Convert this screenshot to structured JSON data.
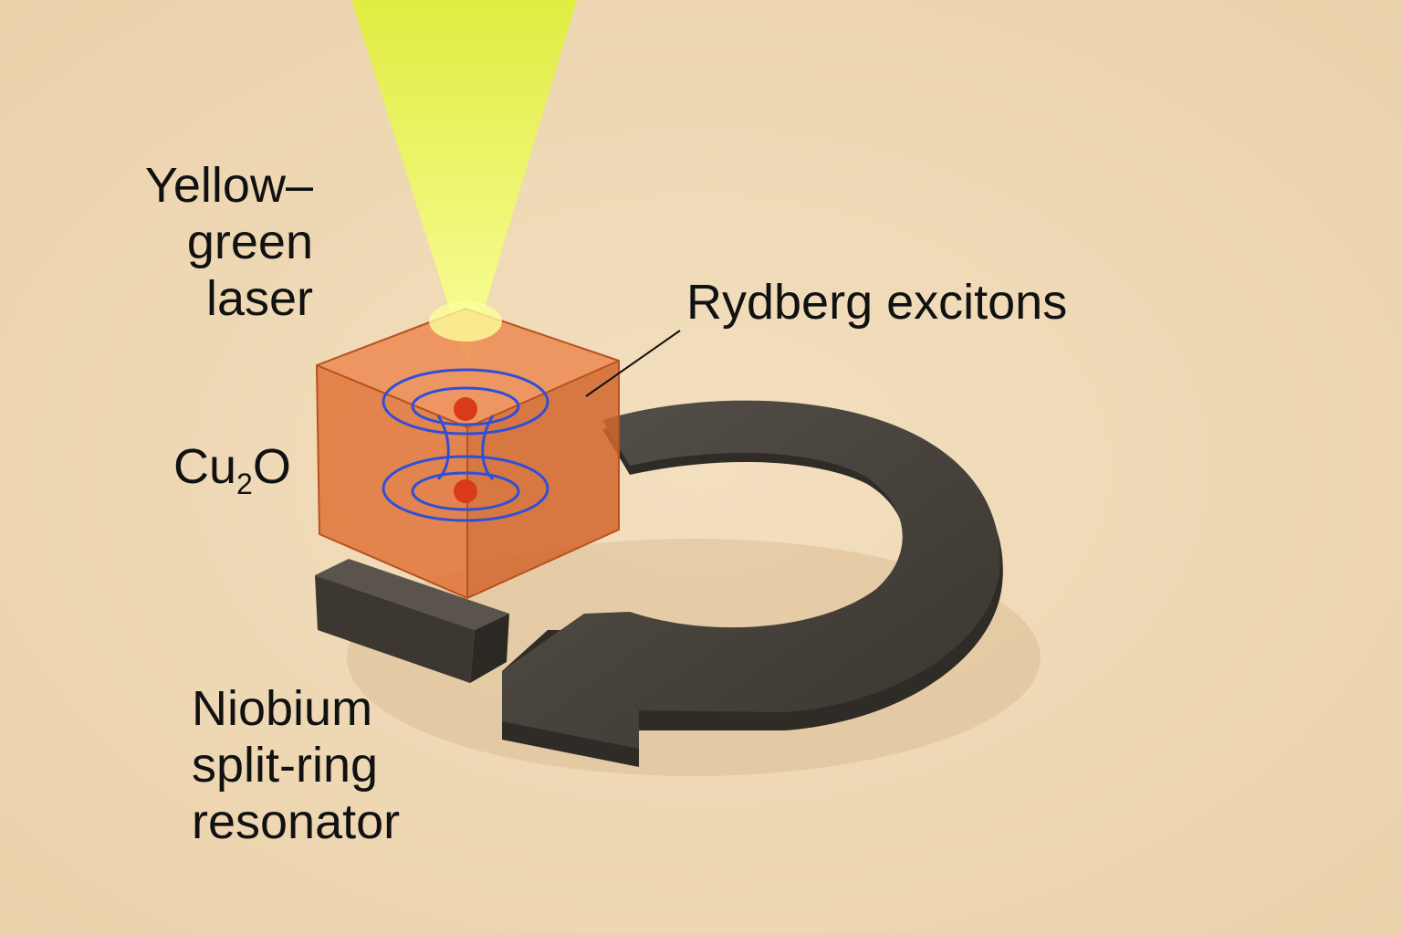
{
  "labels": {
    "laser": [
      "Yellow–",
      "green",
      "laser"
    ],
    "excitons": "Rydberg excitons",
    "crystal": {
      "base": "Cu",
      "subscript": "2",
      "tail": "O"
    },
    "resonator": [
      "Niobium",
      "split-ring",
      "resonator"
    ]
  },
  "colors": {
    "background": "#efd9b6",
    "laser_beam": "#e8f542",
    "crystal": "#e0733a",
    "exciton_orbits": "#2f4fd8",
    "exciton_particles": "#d83a1a",
    "niobium": "#4a443c"
  }
}
